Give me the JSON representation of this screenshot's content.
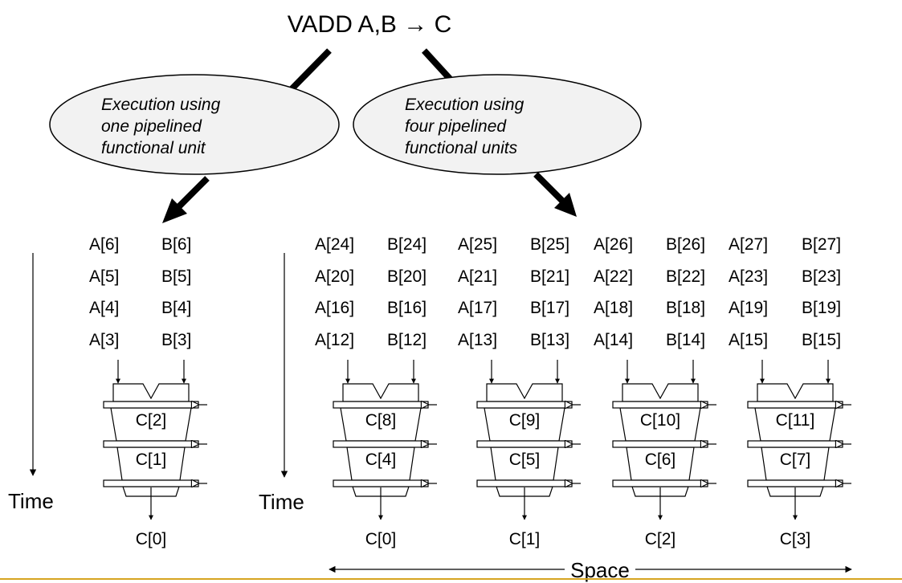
{
  "title": "VADD A,B → C",
  "bubbles": {
    "left": [
      "Execution using",
      "one pipelined",
      "functional unit"
    ],
    "right": [
      "Execution using",
      "four pipelined",
      "functional units"
    ]
  },
  "axis": {
    "time_label": "Time",
    "space_label": "Space"
  },
  "single_unit": {
    "input_rows": [
      [
        "A[6]",
        "B[6]"
      ],
      [
        "A[5]",
        "B[5]"
      ],
      [
        "A[4]",
        "B[4]"
      ],
      [
        "A[3]",
        "B[3]"
      ]
    ],
    "stages": [
      "C[2]",
      "C[1]"
    ],
    "output": "C[0]"
  },
  "four_units": {
    "input_rows": [
      [
        "A[24]",
        "B[24]",
        "A[25]",
        "B[25]",
        "A[26]",
        "B[26]",
        "A[27]",
        "B[27]"
      ],
      [
        "A[20]",
        "B[20]",
        "A[21]",
        "B[21]",
        "A[22]",
        "B[22]",
        "A[23]",
        "B[23]"
      ],
      [
        "A[16]",
        "B[16]",
        "A[17]",
        "B[17]",
        "A[18]",
        "B[18]",
        "A[19]",
        "B[19]"
      ],
      [
        "A[12]",
        "B[12]",
        "A[13]",
        "B[13]",
        "A[14]",
        "B[14]",
        "A[15]",
        "B[15]"
      ]
    ],
    "pipes": [
      {
        "stages": [
          "C[8]",
          "C[4]"
        ],
        "output": "C[0]"
      },
      {
        "stages": [
          "C[9]",
          "C[5]"
        ],
        "output": "C[1]"
      },
      {
        "stages": [
          "C[10]",
          "C[6]"
        ],
        "output": "C[2]"
      },
      {
        "stages": [
          "C[11]",
          "C[7]"
        ],
        "output": "C[3]"
      }
    ]
  },
  "colors": {
    "ink": "#000000",
    "bubble_fill": "#f2f2f2",
    "footer_rule": "#d6a520"
  }
}
